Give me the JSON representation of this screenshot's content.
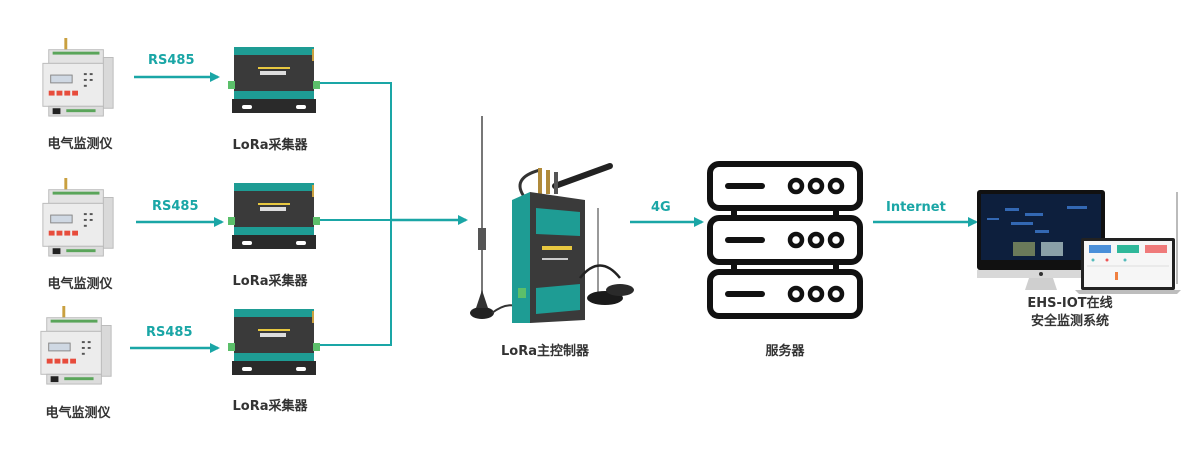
{
  "colors": {
    "link": "#1aa6a6",
    "label_text": "#333333",
    "server_stroke": "#111111",
    "device_teal": "#1e9c94",
    "device_dark": "#3a3a3a"
  },
  "rows": [
    {
      "meter_label": "电气监测仪",
      "link_label": "RS485",
      "collector_label": "LoRa采集器"
    },
    {
      "meter_label": "电气监测仪",
      "link_label": "RS485",
      "collector_label": "LoRa采集器"
    },
    {
      "meter_label": "电气监测仪",
      "link_label": "RS485",
      "collector_label": "LoRa采集器"
    }
  ],
  "controller": {
    "label": "LoRa主控制器"
  },
  "uplink": {
    "label": "4G"
  },
  "server": {
    "label": "服务器",
    "icon": "server-rack-icon"
  },
  "internet": {
    "label": "Internet"
  },
  "platform": {
    "label_line1": "EHS-IOT在线",
    "label_line2": "安全监测系统"
  },
  "icons": {
    "meter": "electric-meter-icon",
    "collector": "lora-collector-icon",
    "controller": "lora-gateway-icon",
    "monitor": "desktop-monitor-icon",
    "laptop": "laptop-icon"
  }
}
